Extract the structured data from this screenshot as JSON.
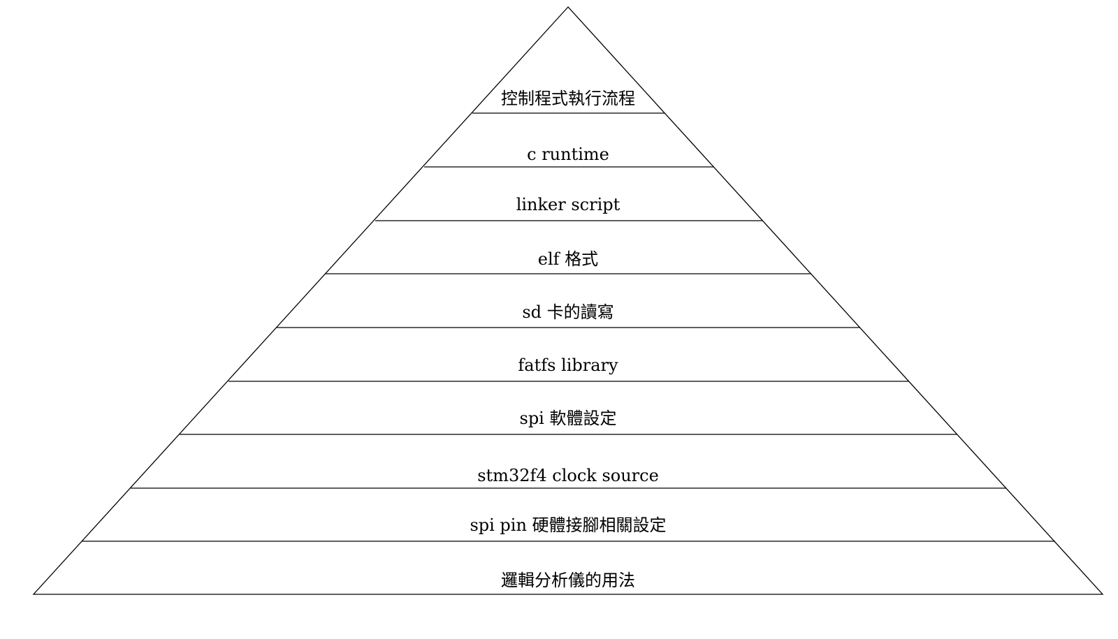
{
  "layers": [
    {
      "label": "控制程式執行流程"
    },
    {
      "label": "c runtime"
    },
    {
      "label": "linker script"
    },
    {
      "label": "elf 格式"
    },
    {
      "label": "sd 卡的讀寫"
    },
    {
      "label": "fatfs library"
    },
    {
      "label": "spi 軟體設定"
    },
    {
      "label": "stm32f4 clock source"
    },
    {
      "label": "spi pin 硬體接腳相關設定"
    },
    {
      "label": "邏輯分析儀的用法"
    }
  ],
  "colors": {
    "line": "#000000",
    "text": "#000000",
    "background": "#ffffff"
  }
}
